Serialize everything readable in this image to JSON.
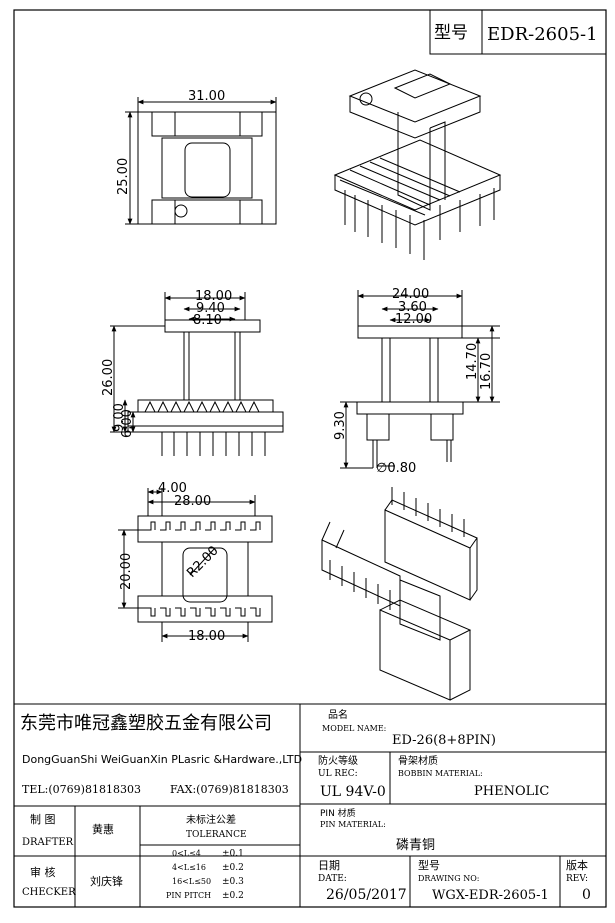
{
  "model_box": {
    "label": "型号",
    "value": "EDR-2605-1"
  },
  "dimensions": {
    "top_view": {
      "width": "31.00",
      "height": "25.00"
    },
    "front_view": {
      "d1": "18.00",
      "d2": "9.40",
      "d3": "8.10",
      "height": "26.00",
      "d5": "9.00",
      "d6": "6.00"
    },
    "side_view": {
      "w1": "24.00",
      "w2": "3.60",
      "w3": "12.00",
      "h1": "14.70",
      "h2": "16.70",
      "pin_len": "9.30",
      "pin_dia": "∅0.80"
    },
    "bottom_view": {
      "pitch": "4.00",
      "span": "28.00",
      "height": "20.00",
      "radius": "R2.00",
      "inner": "18.00"
    }
  },
  "title_block": {
    "company_cn": "东莞市唯冠鑫塑胶五金有限公司",
    "company_en": "DongGuanShi WeiGuanXin PLasric &Hardware.,LTD",
    "tel": "TEL:(0769)81818303",
    "fax": "FAX:(0769)81818303",
    "model_name_cn": "品名",
    "model_name_en": "MODEL NAME:",
    "model_name_value": "ED-26(8+8PIN)",
    "ul_cn": "防火等级",
    "ul_en": "UL REC:",
    "ul_value": "UL 94V-0",
    "bobbin_cn": "骨架材质",
    "bobbin_en": "BOBBIN MATERIAL:",
    "bobbin_value": "PHENOLIC",
    "drafter_cn": "制  图",
    "drafter_en": "DRAFTER",
    "drafter_name": "黄惠",
    "tolerance_cn": "未标注公差",
    "tolerance_en": "TOLERANCE",
    "pin_material_cn": "PIN 材质",
    "pin_material_en": "PIN MATERIAL:",
    "pin_material_value": "磷青铜",
    "checker_cn": "审  核",
    "checker_en": "CHECKER",
    "checker_name": "刘庆锋",
    "tol_rows": [
      {
        "range": "0<L≤4",
        "value": "±0.1"
      },
      {
        "range": "4<L≤16",
        "value": "±0.2"
      },
      {
        "range": "16<L≤50",
        "value": "±0.3"
      },
      {
        "range": "PIN PITCH",
        "value": "±0.2"
      }
    ],
    "date_cn": "日期",
    "date_en": "DATE:",
    "date_value": "26/05/2017",
    "drawing_cn": "型号",
    "drawing_en": "DRAWING NO:",
    "drawing_value": "WGX-EDR-2605-1",
    "rev_cn": "版本",
    "rev_en": "REV:",
    "rev_value": "0"
  }
}
